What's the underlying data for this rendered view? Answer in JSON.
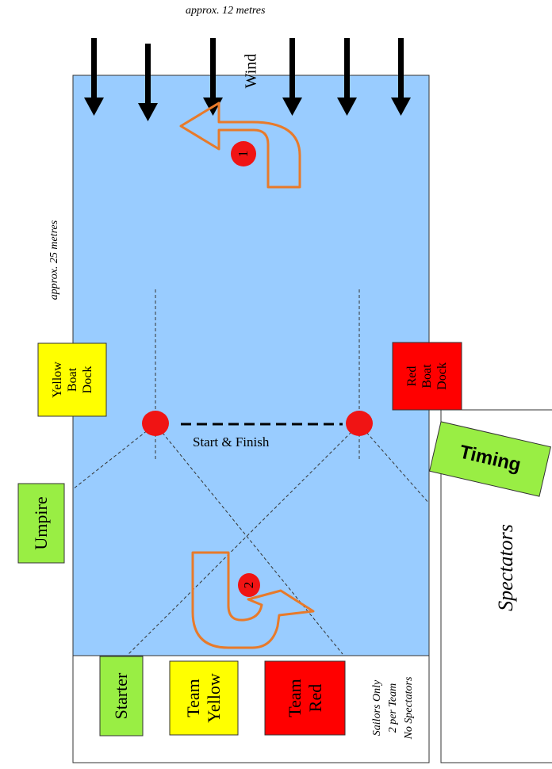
{
  "dimensions": {
    "width_label": "approx. 12  metres",
    "length_label": "approx. 25 metres"
  },
  "wind_label": "Wind",
  "marks": {
    "mark1": "1",
    "mark2": "2"
  },
  "start_finish_label": "Start & Finish",
  "docks": {
    "yellow": [
      "Yellow",
      "Boat",
      "Dock"
    ],
    "red": [
      "Red",
      "Boat",
      "Dock"
    ]
  },
  "timing_label": "Timing",
  "umpire_label": "Umpire",
  "spectators_label": "Spectators",
  "bottom_boxes": {
    "starter": "Starter",
    "team_yellow": [
      "Team",
      "Yellow"
    ],
    "team_red": [
      "Team",
      "Red"
    ]
  },
  "sailors_note": [
    "Sailors Only",
    "2 per Team",
    "No Spectators"
  ],
  "colors": {
    "water": "#99CCFF",
    "arrow_orange": "#E87A2A",
    "mark_red": "#F01414",
    "yellow": "#FFFF00",
    "red": "#FF0000",
    "green": "#99EE44"
  }
}
